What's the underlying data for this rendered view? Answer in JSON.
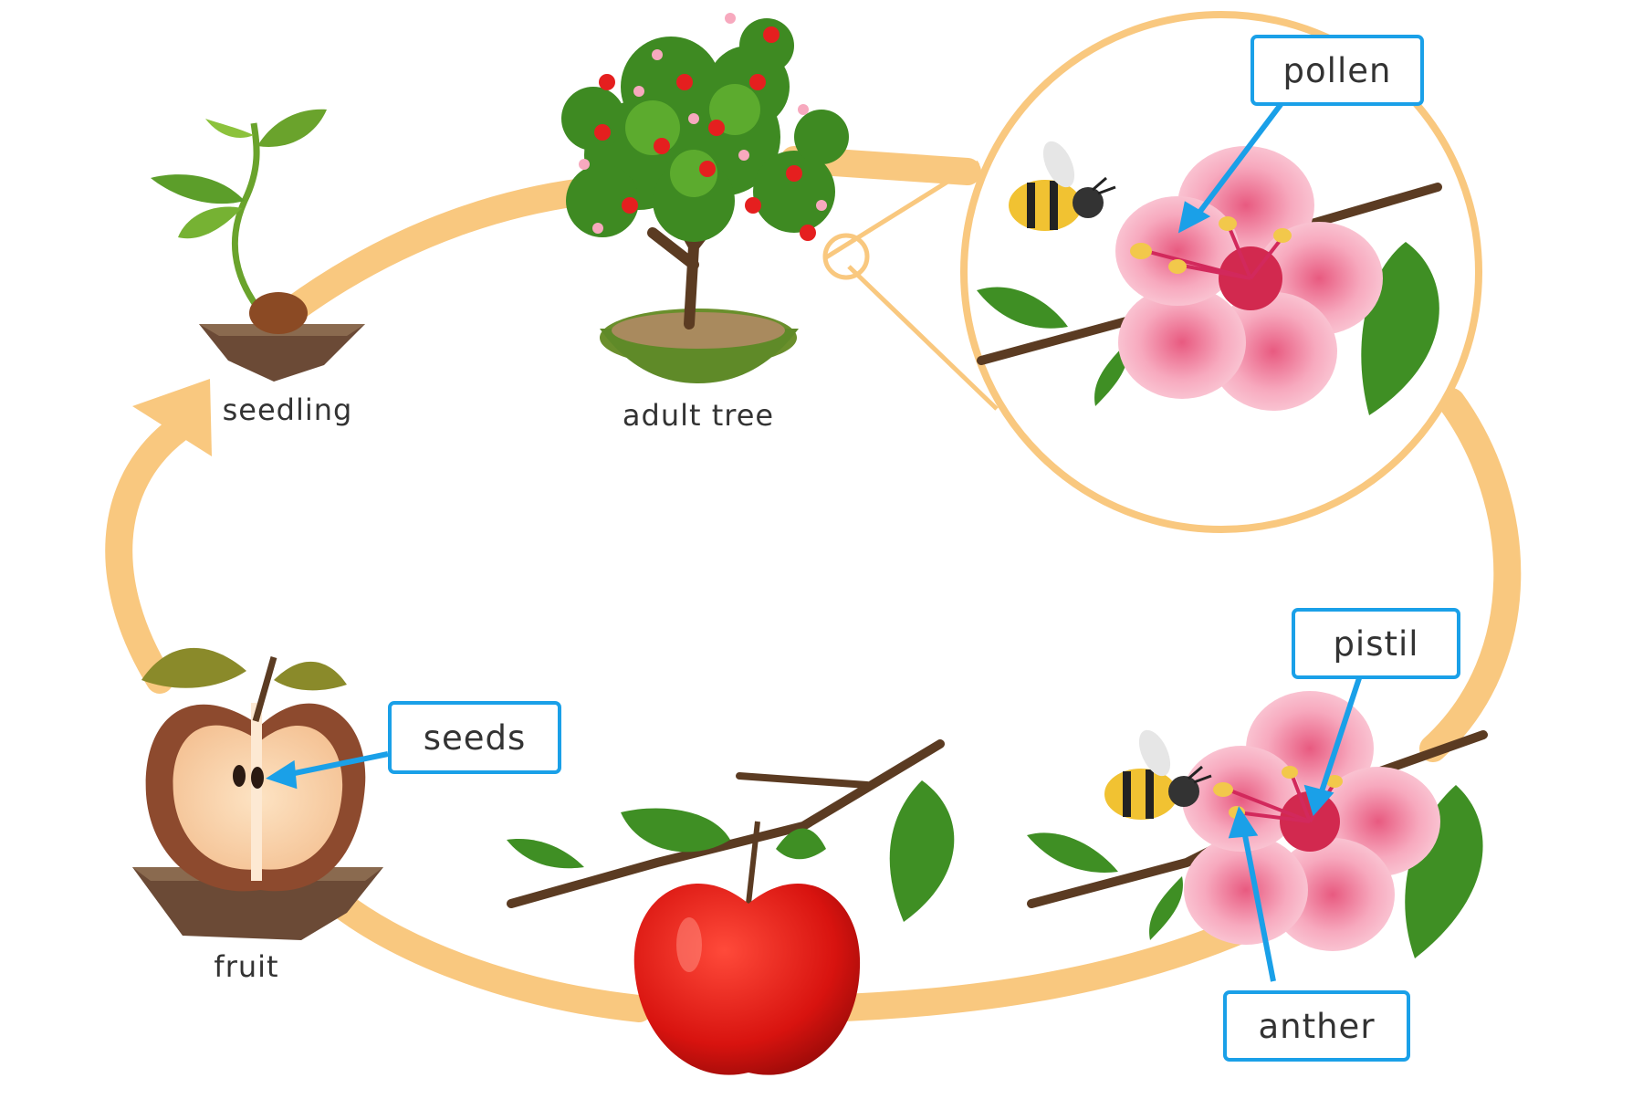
{
  "stages": {
    "seedling": "seedling",
    "adult_tree": "adult tree",
    "fruit": "fruit"
  },
  "callouts": {
    "pollen": "pollen",
    "pistil": "pistil",
    "anther": "anther",
    "seeds": "seeds"
  },
  "colors": {
    "cycle": "#f9c87f",
    "callout_border": "#1aa0e8",
    "petal": "#f7a9be",
    "apple": "#d8130f",
    "leaf": "#3f8f24"
  }
}
